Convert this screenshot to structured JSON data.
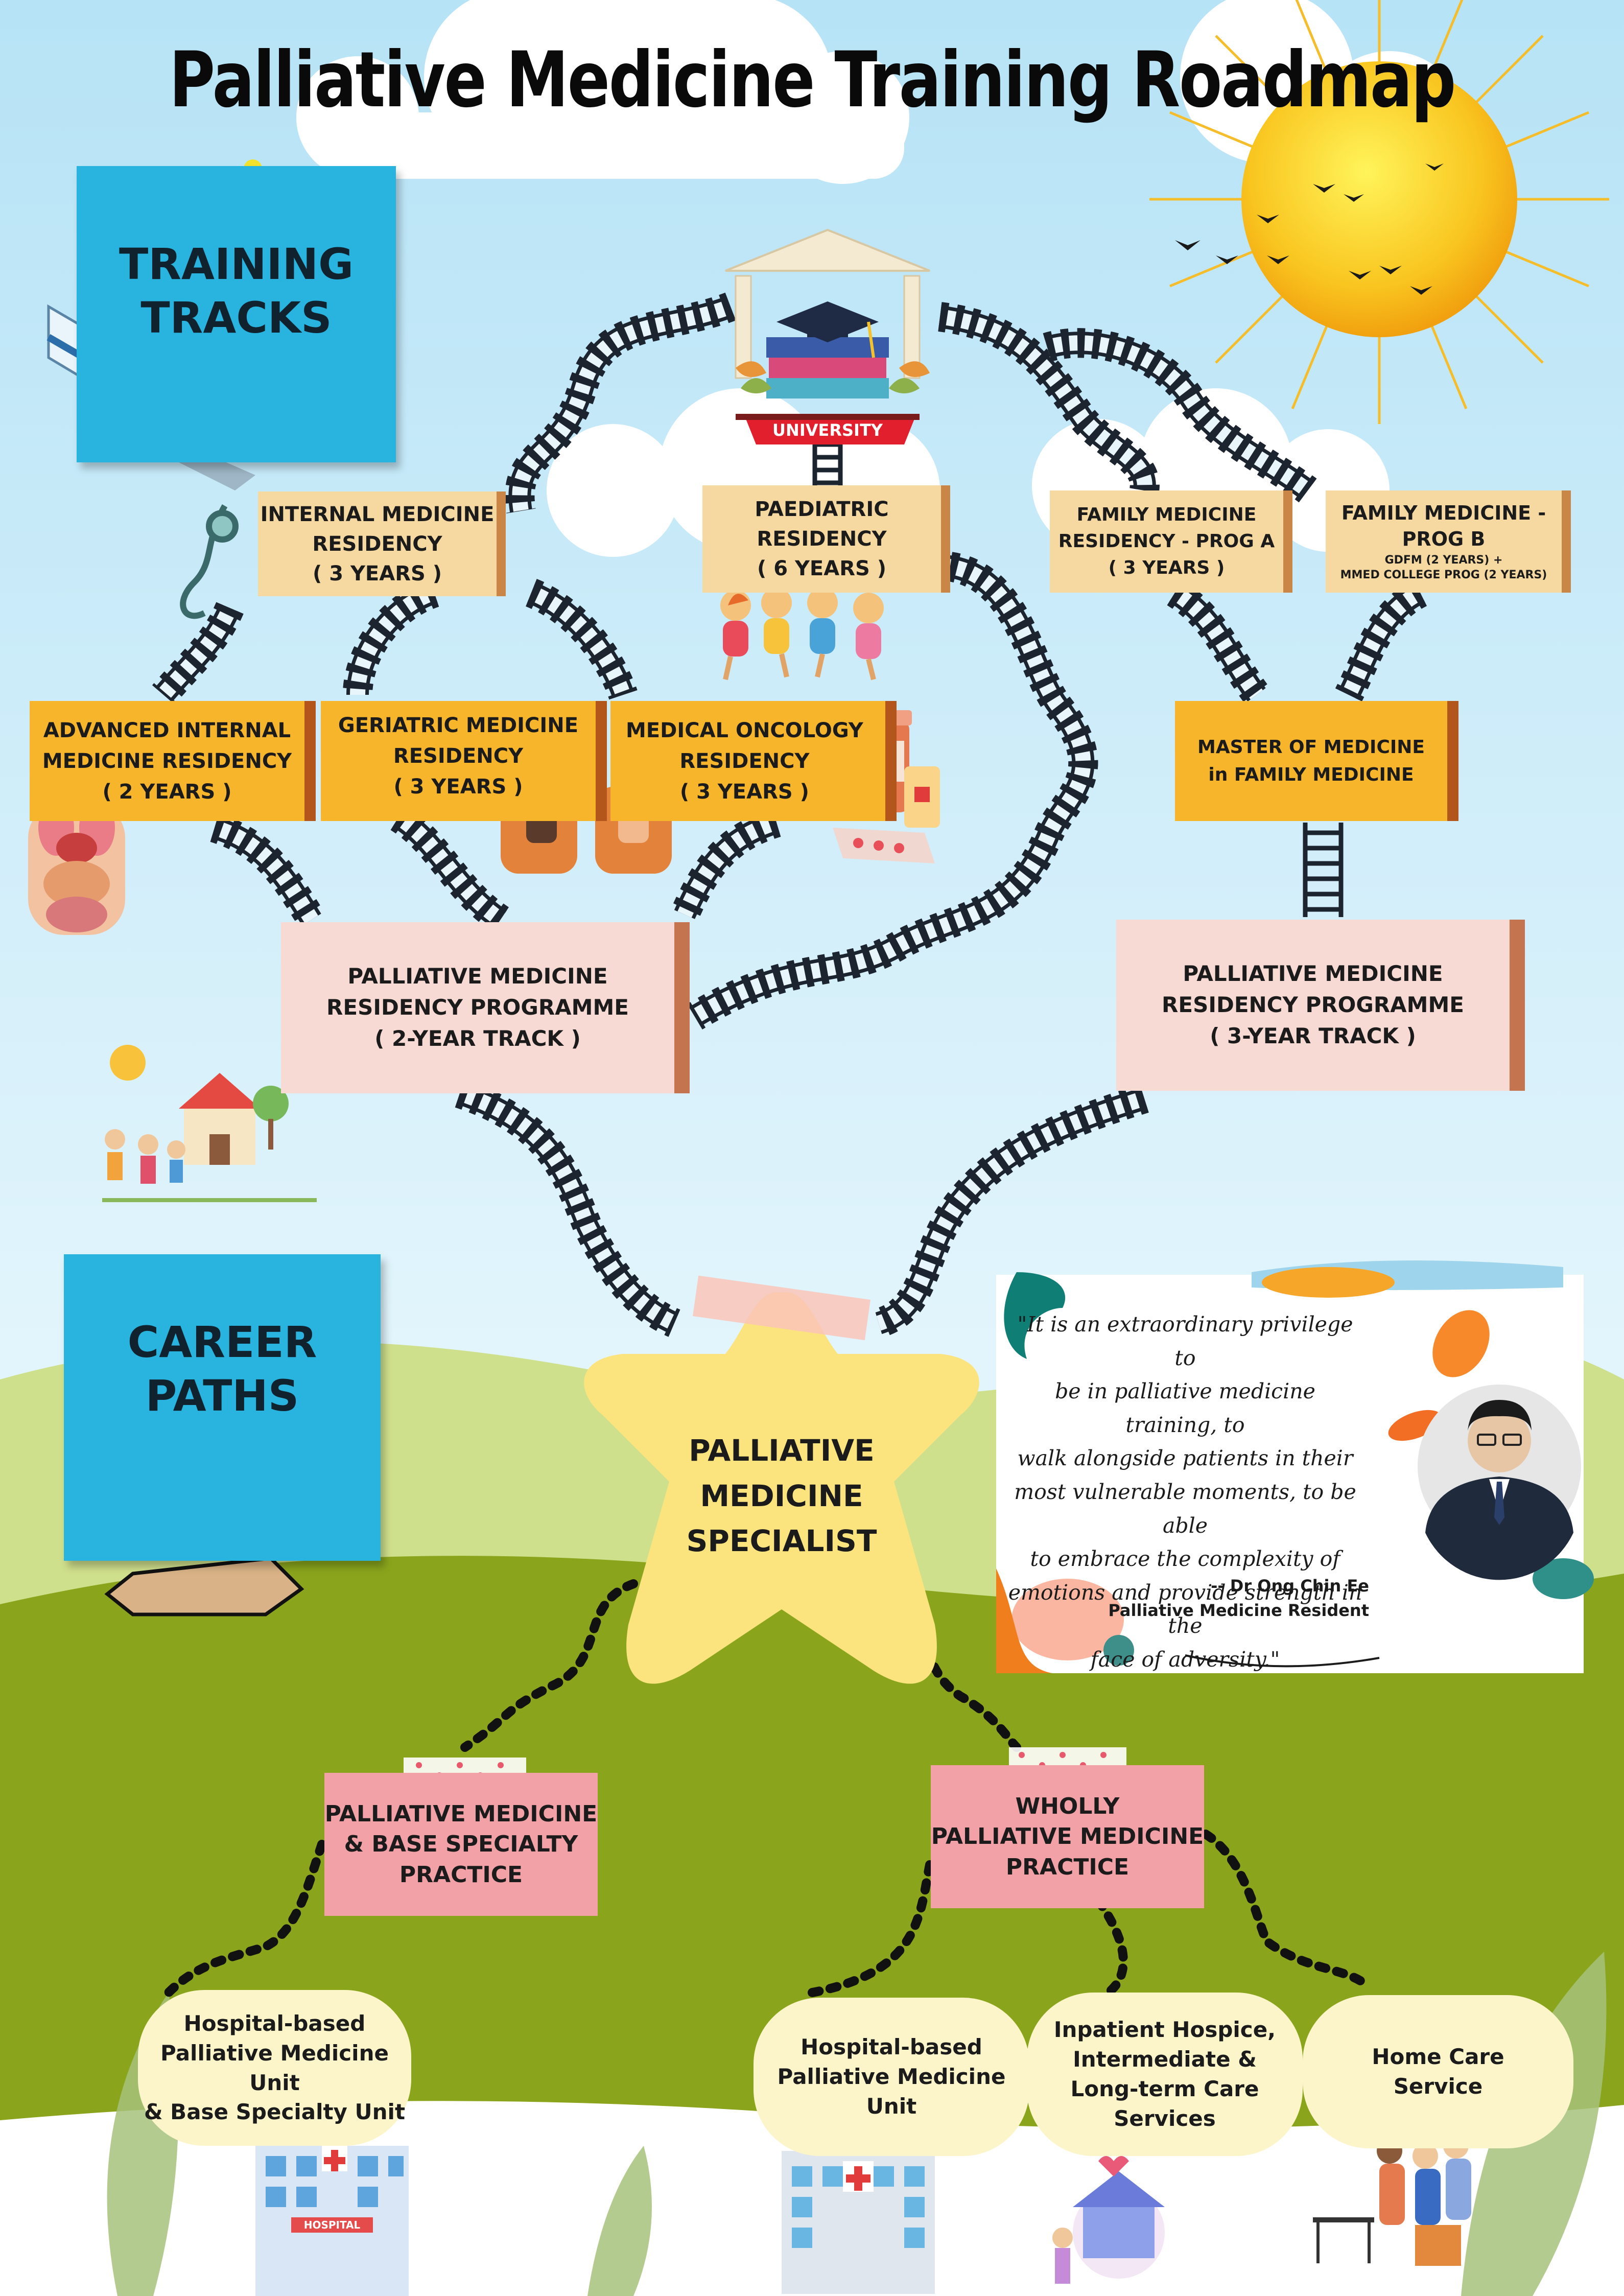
{
  "title": "Palliative Medicine Training Roadmap",
  "sections": {
    "training_tracks": [
      "TRAINING",
      "TRACKS"
    ],
    "career_paths": [
      "CAREER",
      "PATHS"
    ]
  },
  "university_label": "UNIVERSITY",
  "training": {
    "internal_medicine": [
      "INTERNAL MEDICINE",
      "RESIDENCY",
      "( 3 YEARS )"
    ],
    "paediatric": [
      "PAEDIATRIC",
      "RESIDENCY",
      "( 6 YEARS )"
    ],
    "family_a": [
      "FAMILY MEDICINE",
      "RESIDENCY - PROG A",
      "( 3 YEARS )"
    ],
    "family_b": [
      "FAMILY MEDICINE -",
      "PROG B",
      "GDFM (2 YEARS) +",
      "MMED COLLEGE PROG (2 YEARS)"
    ],
    "advanced_internal": [
      "ADVANCED INTERNAL",
      "MEDICINE RESIDENCY",
      "( 2 YEARS )"
    ],
    "geriatric": [
      "GERIATRIC MEDICINE",
      "RESIDENCY",
      "( 3 YEARS )"
    ],
    "oncology": [
      "MEDICAL ONCOLOGY",
      "RESIDENCY",
      "( 3 YEARS )"
    ],
    "master_family": [
      "MASTER OF MEDICINE",
      "in FAMILY MEDICINE"
    ],
    "pm_2yr": [
      "PALLIATIVE MEDICINE",
      "RESIDENCY PROGRAMME",
      "( 2-YEAR TRACK )"
    ],
    "pm_3yr": [
      "PALLIATIVE MEDICINE",
      "RESIDENCY PROGRAMME",
      "( 3-YEAR TRACK )"
    ]
  },
  "specialist": [
    "PALLIATIVE",
    "MEDICINE",
    "SPECIALIST"
  ],
  "quote": {
    "lines": [
      "\"It is an extraordinary privilege to",
      "be in palliative medicine training, to",
      "walk alongside patients in their",
      "most vulnerable moments, to be able",
      "to embrace the complexity of",
      "emotions and provide strength in the",
      "face of adversity.\""
    ],
    "author": "-- Dr Ong Chin Ee",
    "role": "Palliative Medicine Resident"
  },
  "career": {
    "base_specialty": [
      "PALLIATIVE MEDICINE",
      "& BASE SPECIALTY",
      "PRACTICE"
    ],
    "wholly": [
      "WHOLLY",
      "PALLIATIVE MEDICINE",
      "PRACTICE"
    ],
    "hospital_base": [
      "Hospital-based",
      "Palliative Medicine Unit",
      "& Base Specialty Unit"
    ],
    "hospital_pm": [
      "Hospital-based",
      "Palliative Medicine",
      "Unit"
    ],
    "hospice": [
      "Inpatient Hospice,",
      "Intermediate &",
      "Long-term Care",
      "Services"
    ],
    "home_care": [
      "Home Care",
      "Service"
    ]
  },
  "hospital_sign": "HOSPITAL",
  "colors": {
    "sky": "#dff3fb",
    "note_blue": "#29b4df",
    "sign_tan": "#f5d9a0",
    "sign_gold": "#f7b52c",
    "sign_pink": "#f6dad3",
    "career_box": "#f2a1a7",
    "pill": "#fbf5c9",
    "star": "#fbe47e",
    "grass_dark": "#8aa51c",
    "grass_light": "#cfe08c",
    "sun": "#f9c320"
  }
}
